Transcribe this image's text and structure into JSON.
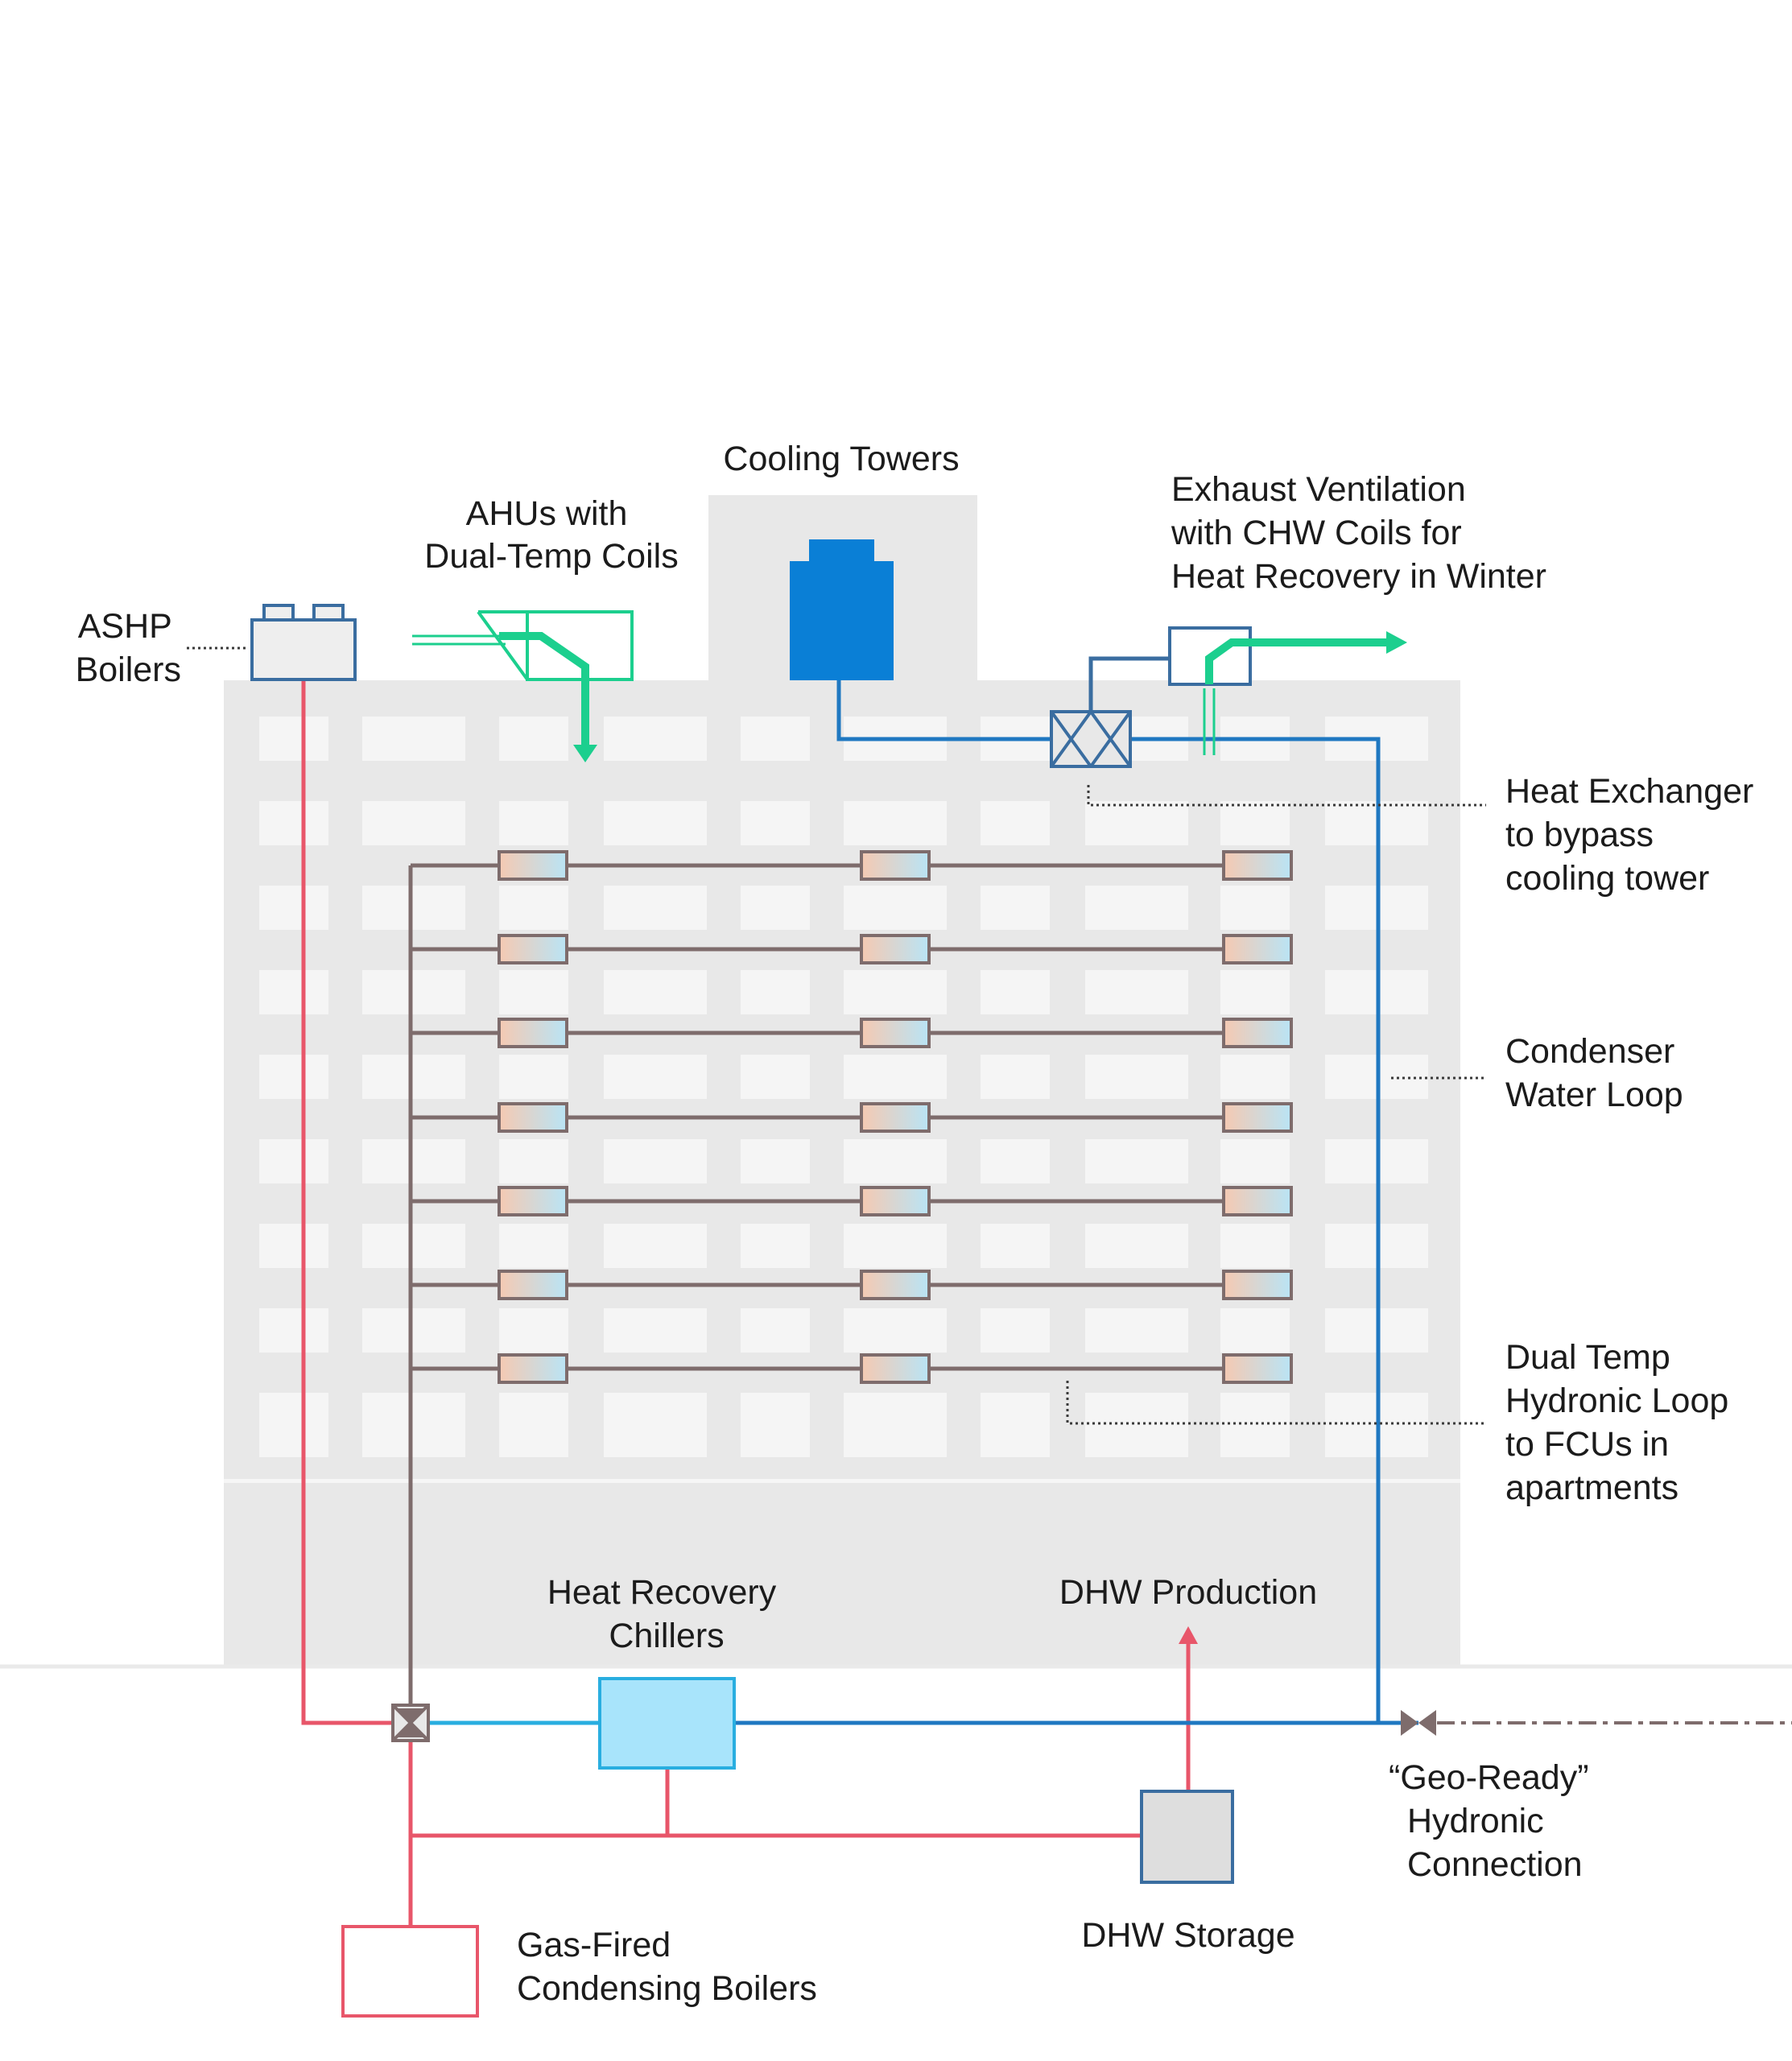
{
  "labels": {
    "cooling_towers": "Cooling Towers",
    "ahus": [
      "AHUs with",
      "Dual-Temp Coils"
    ],
    "ashp": [
      "ASHP",
      "Boilers"
    ],
    "exhaust": [
      "Exhaust Ventilation",
      "with CHW Coils for",
      "Heat Recovery in Winter"
    ],
    "heat_exchanger": [
      "Heat Exchanger",
      "to bypass",
      "cooling tower"
    ],
    "condenser": [
      "Condenser",
      "Water Loop"
    ],
    "dual_temp": [
      "Dual Temp",
      "Hydronic Loop",
      "to FCUs in",
      "apartments"
    ],
    "hrc": [
      "Heat Recovery",
      "Chillers"
    ],
    "dhw_production": "DHW Production",
    "geo": [
      "“Geo-Ready”",
      "Hydronic",
      "Connection"
    ],
    "dhw_storage": "DHW Storage",
    "gas_boilers": [
      "Gas-Fired",
      "Condensing Boilers"
    ]
  },
  "colors": {
    "building": "#e8e8e8",
    "window": "#f5f5f5",
    "hot_water_pipe": "#e8566a",
    "condenser_pipe": "#1f78c1",
    "chiller_pipe": "#29aee0",
    "hydronic_pipe": "#7e6c6c",
    "ventilation": "#1ccf8e",
    "equipment_outline": "#3a6da0",
    "cooling_tower": "#0a7fd6",
    "chiller_fill": "#a8e4fb"
  }
}
